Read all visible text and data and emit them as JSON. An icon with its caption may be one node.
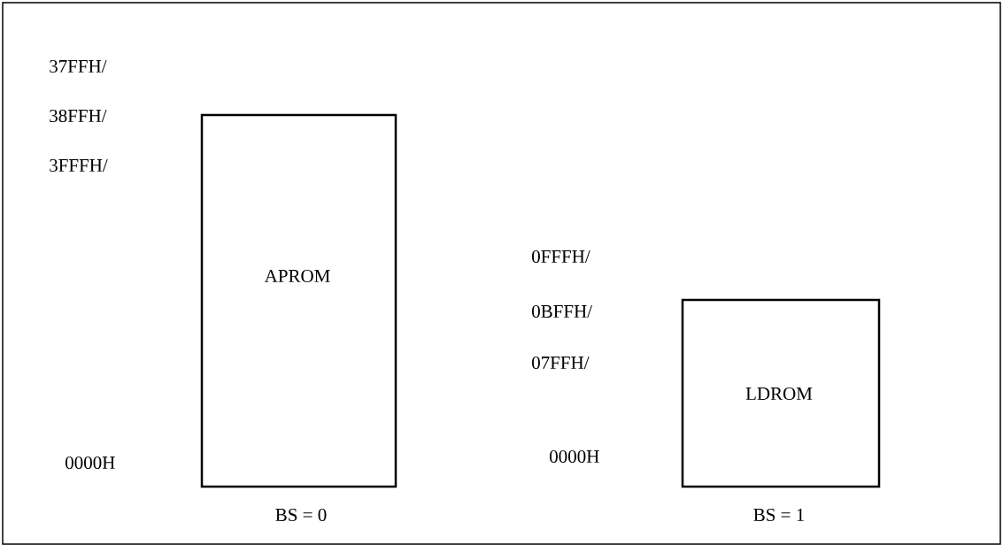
{
  "diagram": {
    "nodes": [
      {
        "text": [
          "APROM"
        ],
        "beside": [
          "BS = 0"
        ]
      },
      {
        "text": [
          "LDROM"
        ],
        "beside": [
          "BS = 1"
        ]
      }
    ],
    "labels": [
      "37FFH/",
      "38FFH/",
      "3FFFH/",
      "0000H",
      "0FFFH/",
      "0BFFH/",
      "07FFH/",
      "0000H"
    ]
  }
}
